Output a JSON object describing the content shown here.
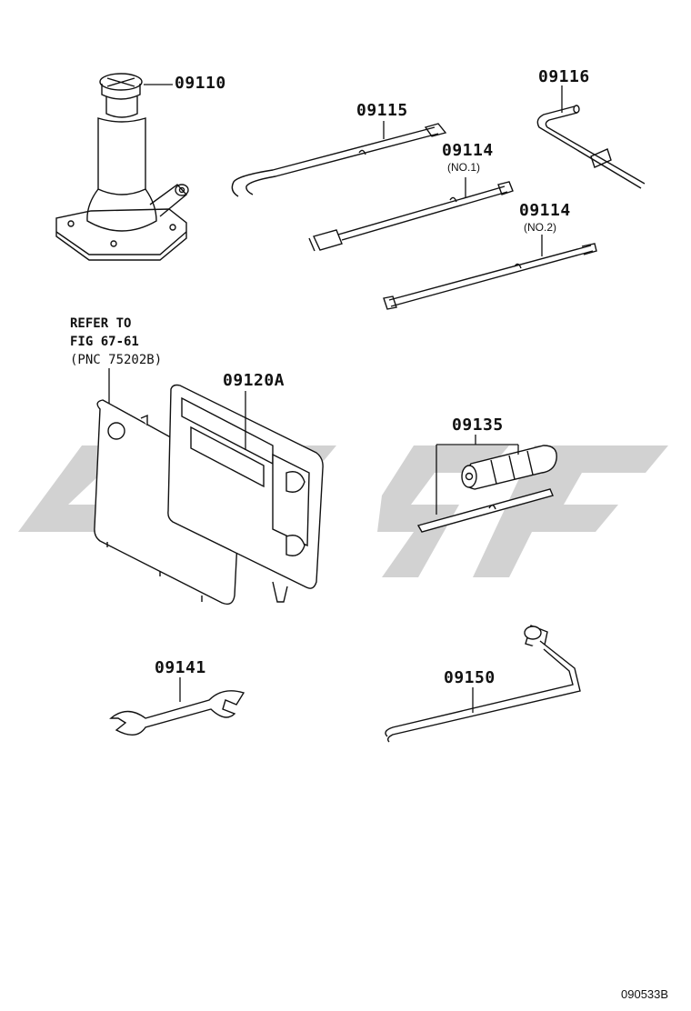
{
  "parts": {
    "jack": "09110",
    "jack_handle": "09115",
    "extension_bar_1": "09114",
    "extension_bar_1_sub": "(NO.1)",
    "extension_bar_2": "09114",
    "extension_bar_2_sub": "(NO.2)",
    "jack_handle_bent": "09116",
    "tool_bag": "09120A",
    "screwdriver": "09135",
    "wrench": "09141",
    "hub_nut_wrench": "09150"
  },
  "note": {
    "line1": "REFER TO",
    "line2": "FIG 67-61",
    "line3": "(PNC 75202B)"
  },
  "diagram_id": "090533B",
  "watermark": {
    "icon": "gt-logo-watermark",
    "color": "#d0d0d0"
  }
}
